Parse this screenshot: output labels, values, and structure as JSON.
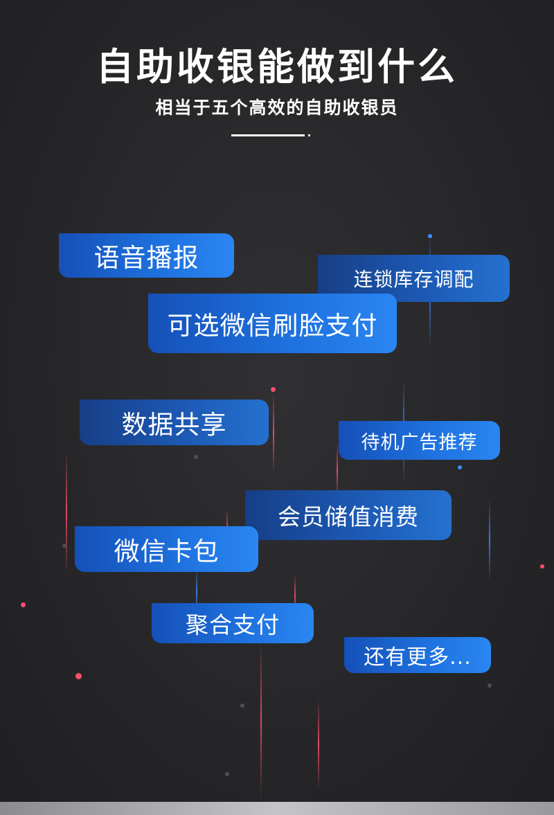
{
  "header": {
    "title": "自助收银能做到什么",
    "subtitle": "相当于五个高效的自助收银员"
  },
  "features": {
    "voice_broadcast": "语音播报",
    "chain_inventory": "连锁库存调配",
    "wechat_face_pay": "可选微信刷脸支付",
    "data_sharing": "数据共享",
    "standby_ads": "待机广告推荐",
    "member_stored_value": "会员储值消费",
    "wechat_card": "微信卡包",
    "aggregate_payment": "聚合支付",
    "more": "还有更多..."
  },
  "colors": {
    "background": "#2a2a2c",
    "pill_blue": "#1f73e0",
    "accent_red": "#ff4d6e",
    "accent_blue": "#3f8cff"
  }
}
